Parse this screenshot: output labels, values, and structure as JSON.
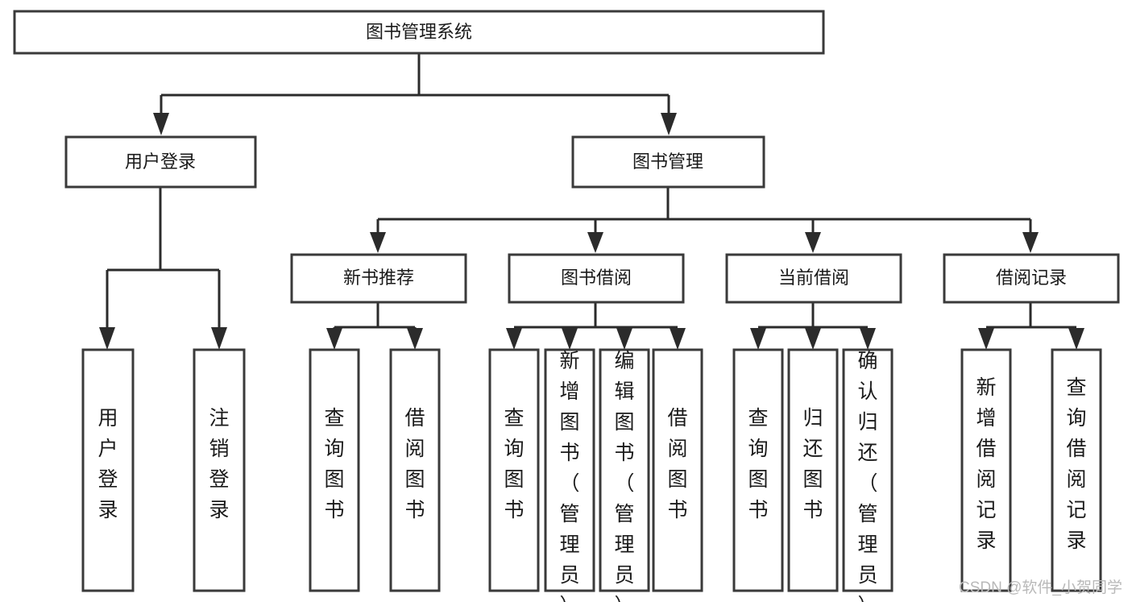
{
  "diagram": {
    "type": "tree-hierarchy",
    "title": "图书管理系统",
    "root": {
      "id": "root",
      "label": "图书管理系统",
      "orientation": "horizontal"
    },
    "level2": [
      {
        "id": "user-login",
        "label": "用户登录",
        "orientation": "horizontal"
      },
      {
        "id": "book-management",
        "label": "图书管理",
        "orientation": "horizontal"
      }
    ],
    "level3": [
      {
        "id": "new-book-recommend",
        "label": "新书推荐",
        "orientation": "horizontal",
        "parent": "book-management"
      },
      {
        "id": "book-borrow",
        "label": "图书借阅",
        "orientation": "horizontal",
        "parent": "book-management"
      },
      {
        "id": "current-borrow",
        "label": "当前借阅",
        "orientation": "horizontal",
        "parent": "book-management"
      },
      {
        "id": "borrow-record",
        "label": "借阅记录",
        "orientation": "horizontal",
        "parent": "book-management"
      }
    ],
    "leaves": [
      {
        "id": "leaf-user-login",
        "label": "用户登录",
        "orientation": "vertical",
        "parent": "user-login",
        "align": "middle"
      },
      {
        "id": "leaf-logout-login",
        "label": "注销登录",
        "orientation": "vertical",
        "parent": "user-login",
        "align": "middle"
      },
      {
        "id": "leaf-query-book-1",
        "label": "查询图书",
        "orientation": "vertical",
        "parent": "new-book-recommend",
        "align": "middle"
      },
      {
        "id": "leaf-borrow-book-1",
        "label": "借阅图书",
        "orientation": "vertical",
        "parent": "new-book-recommend",
        "align": "middle"
      },
      {
        "id": "leaf-query-book-2",
        "label": "查询图书",
        "orientation": "vertical",
        "parent": "book-borrow",
        "align": "middle"
      },
      {
        "id": "leaf-add-book-admin",
        "label": "新增图书（管理员）",
        "orientation": "vertical",
        "parent": "book-borrow",
        "align": "top"
      },
      {
        "id": "leaf-edit-book-admin",
        "label": "编辑图书（管理员）",
        "orientation": "vertical",
        "parent": "book-borrow",
        "align": "top"
      },
      {
        "id": "leaf-borrow-book-2",
        "label": "借阅图书",
        "orientation": "vertical",
        "parent": "book-borrow",
        "align": "middle"
      },
      {
        "id": "leaf-query-book-3",
        "label": "查询图书",
        "orientation": "vertical",
        "parent": "current-borrow",
        "align": "middle"
      },
      {
        "id": "leaf-return-book",
        "label": "归还图书",
        "orientation": "vertical",
        "parent": "current-borrow",
        "align": "middle"
      },
      {
        "id": "leaf-confirm-return-admin",
        "label": "确认归还（管理员）",
        "orientation": "vertical",
        "parent": "current-borrow",
        "align": "top"
      },
      {
        "id": "leaf-add-borrow-record",
        "label": "新增借阅记录",
        "orientation": "vertical",
        "parent": "borrow-record",
        "align": "middle"
      },
      {
        "id": "leaf-query-borrow-record",
        "label": "查询借阅记录",
        "orientation": "vertical",
        "parent": "borrow-record",
        "align": "middle"
      }
    ]
  },
  "watermark": {
    "text": "CSDN @软件_小贺同学"
  },
  "colors": {
    "box_stroke": "#3a3a3a",
    "connector": "#2b2b2b",
    "text": "#1a1a1a",
    "background": "#ffffff",
    "watermark": "#b9b9b9"
  }
}
